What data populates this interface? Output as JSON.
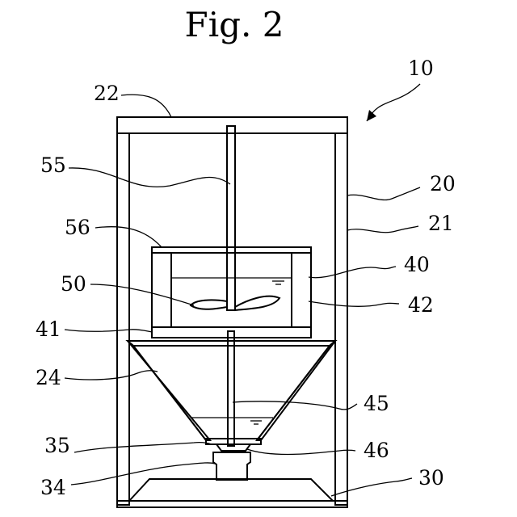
{
  "figure": {
    "title": "Fig. 2"
  },
  "labels": {
    "l10": "10",
    "l22": "22",
    "l55": "55",
    "l20": "20",
    "l21": "21",
    "l56": "56",
    "l40": "40",
    "l50": "50",
    "l42": "42",
    "l41": "41",
    "l24": "24",
    "l45": "45",
    "l35": "35",
    "l46": "46",
    "l34": "34",
    "l30": "30"
  }
}
